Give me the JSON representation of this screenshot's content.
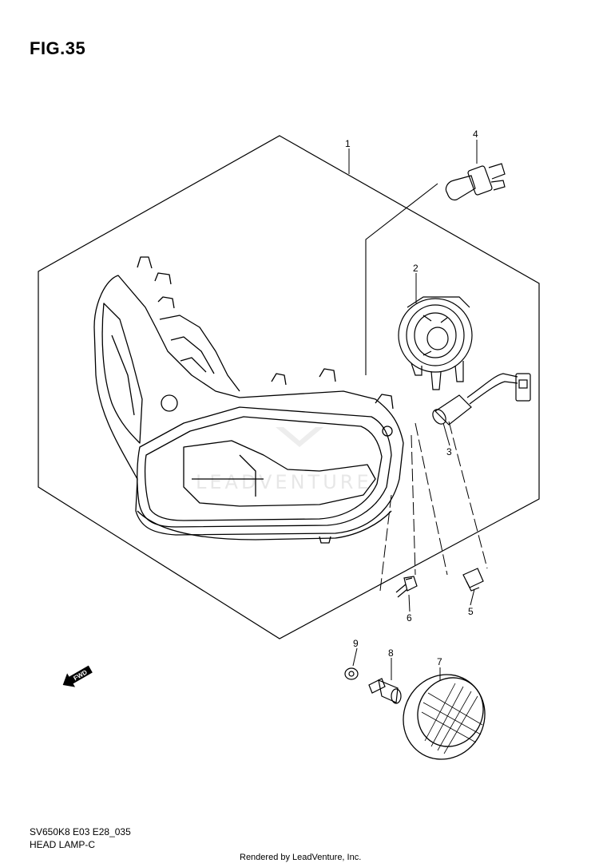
{
  "figure": {
    "title": "FIG.35"
  },
  "callouts": {
    "c1": "1",
    "c2": "2",
    "c3": "3",
    "c4": "4",
    "c5": "5",
    "c6": "6",
    "c7": "7",
    "c8": "8",
    "c9": "9"
  },
  "watermark": {
    "text": "LEADVENTURE"
  },
  "fwd_arrow": {
    "label": "FWD"
  },
  "footer": {
    "model_code": "SV650K8 E03 E28_035",
    "section_name": "HEAD LAMP-C",
    "credit": "Rendered by LeadVenture, Inc."
  }
}
